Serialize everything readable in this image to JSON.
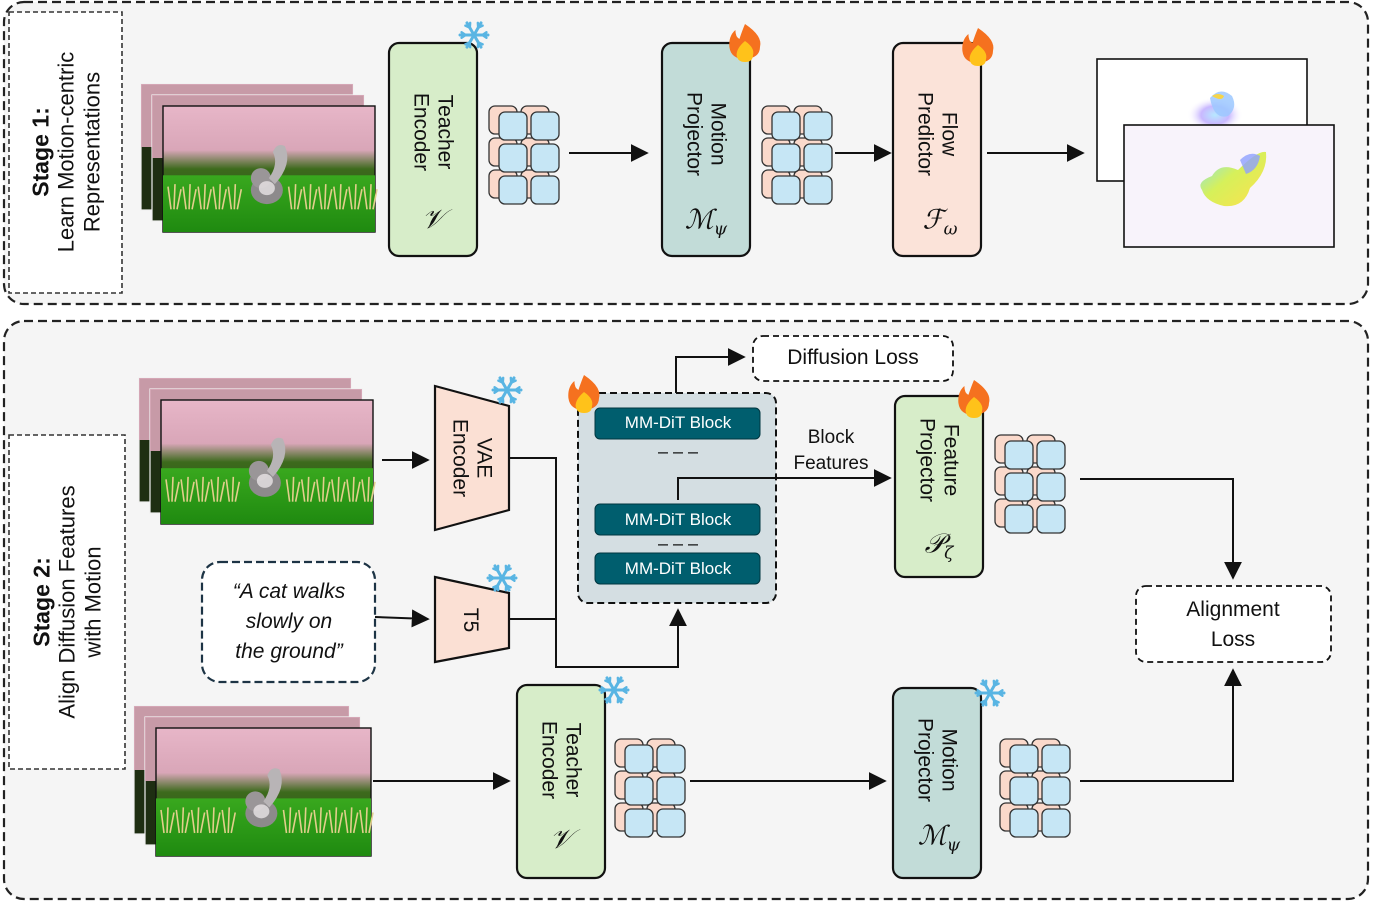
{
  "stage1": {
    "title": "Stage 1:",
    "subtitle_line1": "Learn Motion-centric",
    "subtitle_line2": "Representations",
    "teacher_encoder": {
      "line1": "Teacher",
      "line2": "Encoder",
      "symbol": "𝒱"
    },
    "motion_projector": {
      "line1": "Motion",
      "line2": "Projector",
      "symbol": "ℳ",
      "subscript": "ψ"
    },
    "flow_predictor": {
      "line1": "Flow",
      "line2": "Predictor",
      "symbol": "ℱ",
      "subscript": "ω"
    }
  },
  "stage2": {
    "title": "Stage 2:",
    "subtitle_line1": "Align Diffusion Features",
    "subtitle_line2": "with Motion",
    "vae_encoder": {
      "line1": "VAE",
      "line2": "Encoder"
    },
    "t5": "T5",
    "prompt": {
      "line1": "“A cat walks",
      "line2": "slowly on",
      "line3": "the ground”"
    },
    "mm_dit_block": "MM-DiT Block",
    "dashes": "– – –",
    "diffusion_loss": "Diffusion Loss",
    "block_features": {
      "line1": "Block",
      "line2": "Features"
    },
    "feature_projector": {
      "line1": "Feature",
      "line2": "Projector",
      "symbol": "𝒫",
      "subscript": "ζ"
    },
    "alignment_loss": {
      "line1": "Alignment",
      "line2": "Loss"
    },
    "teacher_encoder": {
      "line1": "Teacher",
      "line2": "Encoder",
      "symbol": "𝒱"
    },
    "motion_projector": {
      "line1": "Motion",
      "line2": "Projector",
      "symbol": "ℳ",
      "subscript": "ψ"
    }
  },
  "icons": {
    "frozen": "snowflake-icon",
    "trainable": "fire-icon"
  },
  "colors": {
    "teacher_encoder": "#d7edc9",
    "motion_projector": "#c2dcd8",
    "flow_predictor": "#fbe3d9",
    "vae_encoder": "#fbe0d4",
    "mm_dit_block": "#005e6e",
    "mm_dit_container": "#d4dee2",
    "token_blue": "#c6e6f5",
    "token_pink": "#fad9cb",
    "panel_bg": "#f5f5f5"
  }
}
